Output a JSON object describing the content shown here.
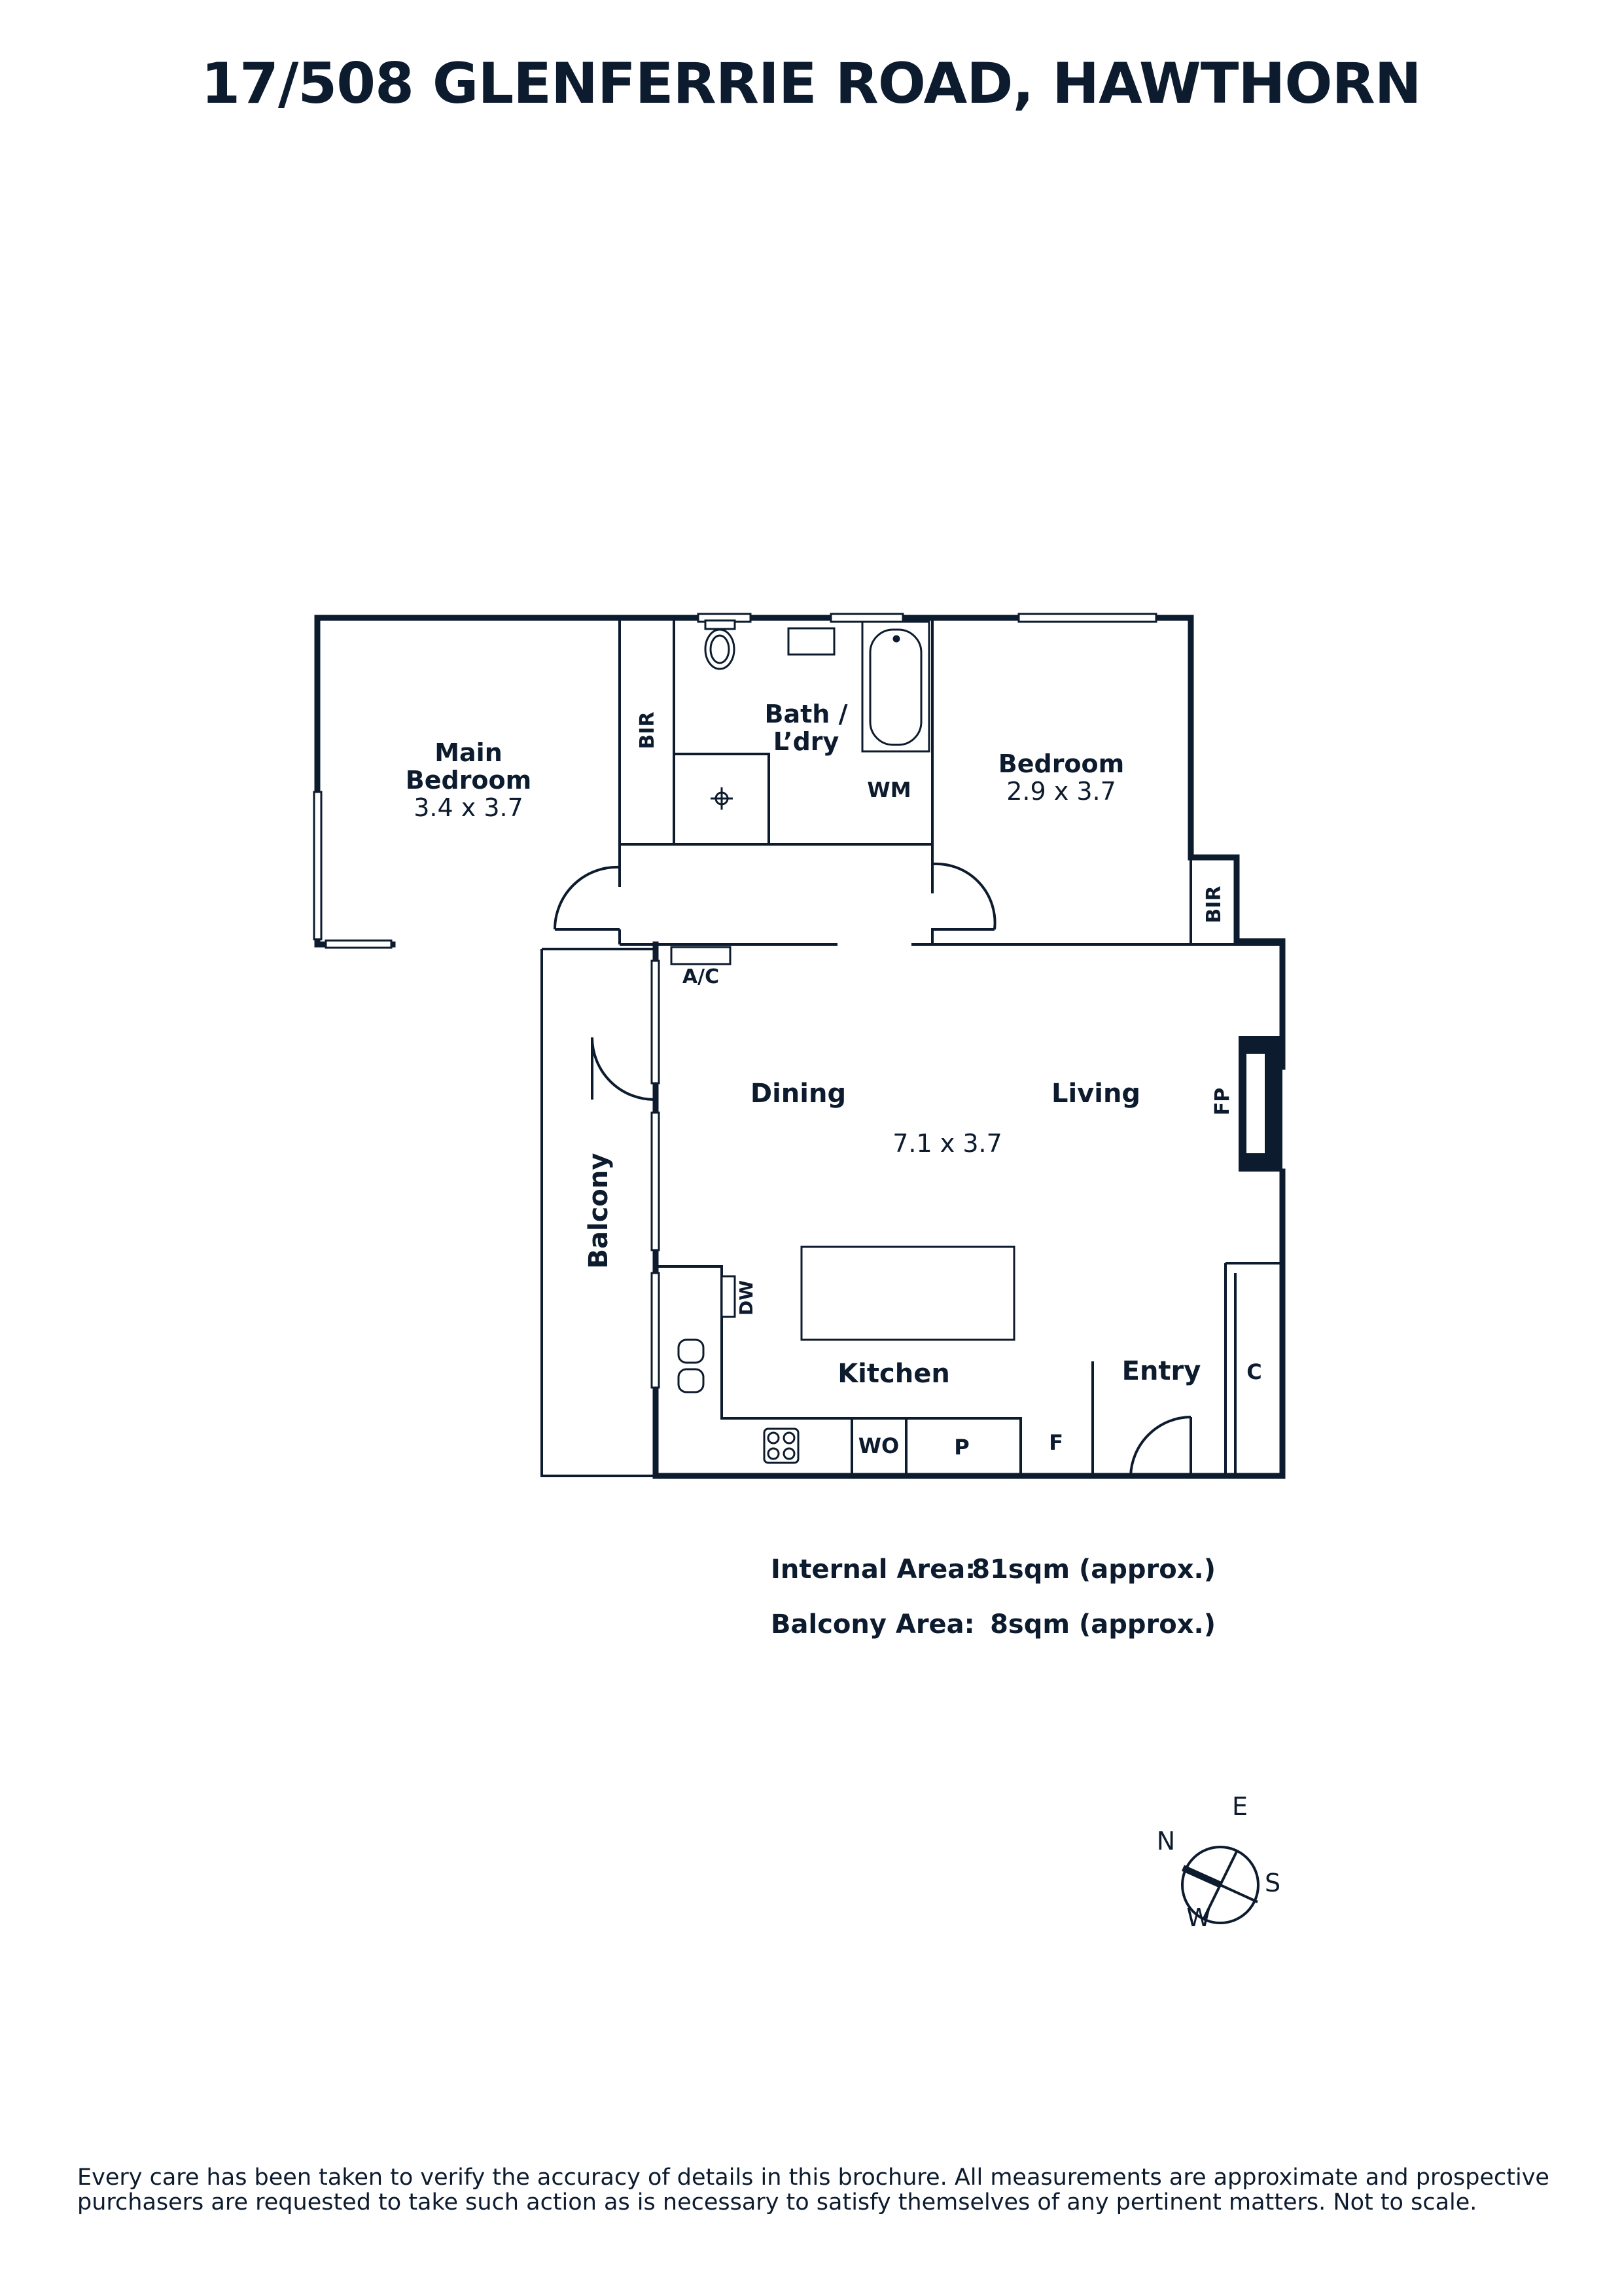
{
  "title": "17/508 GLENFERRIE ROAD, HAWTHORN",
  "rooms": {
    "main_bedroom": {
      "name_line1": "Main",
      "name_line2": "Bedroom",
      "size": "3.4 x 3.7"
    },
    "bir_main": "BIR",
    "bath": {
      "name_line1": "Bath /",
      "name_line2": "L’dry"
    },
    "wm": "WM",
    "bedroom": {
      "name": "Bedroom",
      "size": "2.9 x 3.7"
    },
    "bir_bed": "BIR",
    "ac": "A/C",
    "dining": "Dining",
    "living": "Living",
    "living_size": "7.1 x 3.7",
    "fp": "FP",
    "balcony": "Balcony",
    "dw": "DW",
    "kitchen": "Kitchen",
    "wo": "WO",
    "pantry": "P",
    "fridge": "F",
    "entry": "Entry",
    "cupboard": "C"
  },
  "areas": [
    {
      "label": "Internal Area:",
      "value": "81sqm (approx.)"
    },
    {
      "label": "Balcony Area:",
      "value": "8sqm (approx.)"
    }
  ],
  "compass": {
    "n": "N",
    "e": "E",
    "s": "S",
    "w": "W"
  },
  "disclaimer": {
    "line1": "Every care has been taken to verify the accuracy of details in this brochure. All measurements are approximate and prospective",
    "line2": "purchasers are requested to take such action as is necessary to satisfy themselves of any pertinent matters. Not to scale."
  },
  "colors": {
    "ink": "#0d1b2e",
    "background": "#ffffff"
  }
}
